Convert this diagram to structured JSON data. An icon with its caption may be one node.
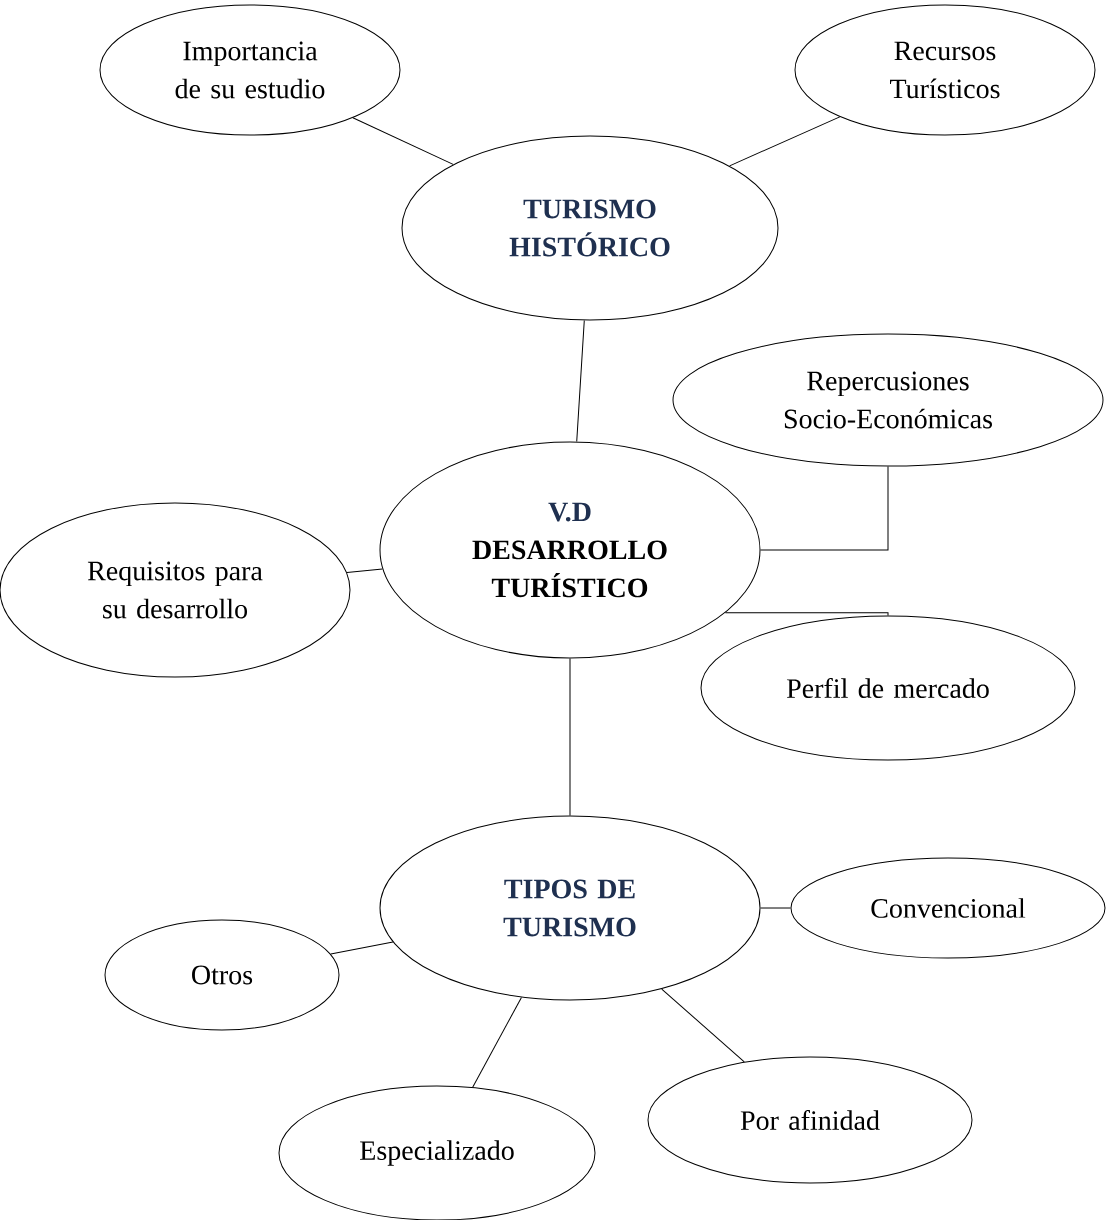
{
  "diagram": {
    "nodes": [
      {
        "text": [
          "Importancia de su estudio"
        ]
      },
      {
        "text": [
          "Recursos Turísticos"
        ]
      },
      {
        "text": [
          "TURISMO HISTÓRICO"
        ]
      },
      {
        "text": [
          "Repercusiones Socio-Económicas"
        ]
      },
      {
        "text": [
          "V.D",
          "DESARROLLO TURÍSTICO"
        ]
      },
      {
        "text": [
          "Requisitos para su desarrollo"
        ]
      },
      {
        "text": [
          "Perfil de mercado"
        ]
      },
      {
        "text": [
          "TIPOS DE TURISMO"
        ]
      },
      {
        "text": [
          "Convencional"
        ]
      },
      {
        "text": [
          "Otros"
        ]
      },
      {
        "text": [
          "Especializado"
        ]
      },
      {
        "text": [
          "Por afinidad"
        ]
      }
    ],
    "edges": [
      {
        "from": 2,
        "to": 0,
        "arrow": "none"
      },
      {
        "from": 2,
        "to": 1,
        "arrow": "none"
      },
      {
        "from": 2,
        "to": 4,
        "arrow": "none"
      },
      {
        "from": 4,
        "to": 3,
        "arrow": "none"
      },
      {
        "from": 4,
        "to": 5,
        "arrow": "none"
      },
      {
        "from": 4,
        "to": 6,
        "arrow": "none"
      },
      {
        "from": 4,
        "to": 7,
        "arrow": "none"
      },
      {
        "from": 7,
        "to": 8,
        "arrow": "none"
      },
      {
        "from": 7,
        "to": 9,
        "arrow": "none"
      },
      {
        "from": 7,
        "to": 10,
        "arrow": "none"
      },
      {
        "from": 7,
        "to": 11,
        "arrow": "none"
      }
    ]
  }
}
